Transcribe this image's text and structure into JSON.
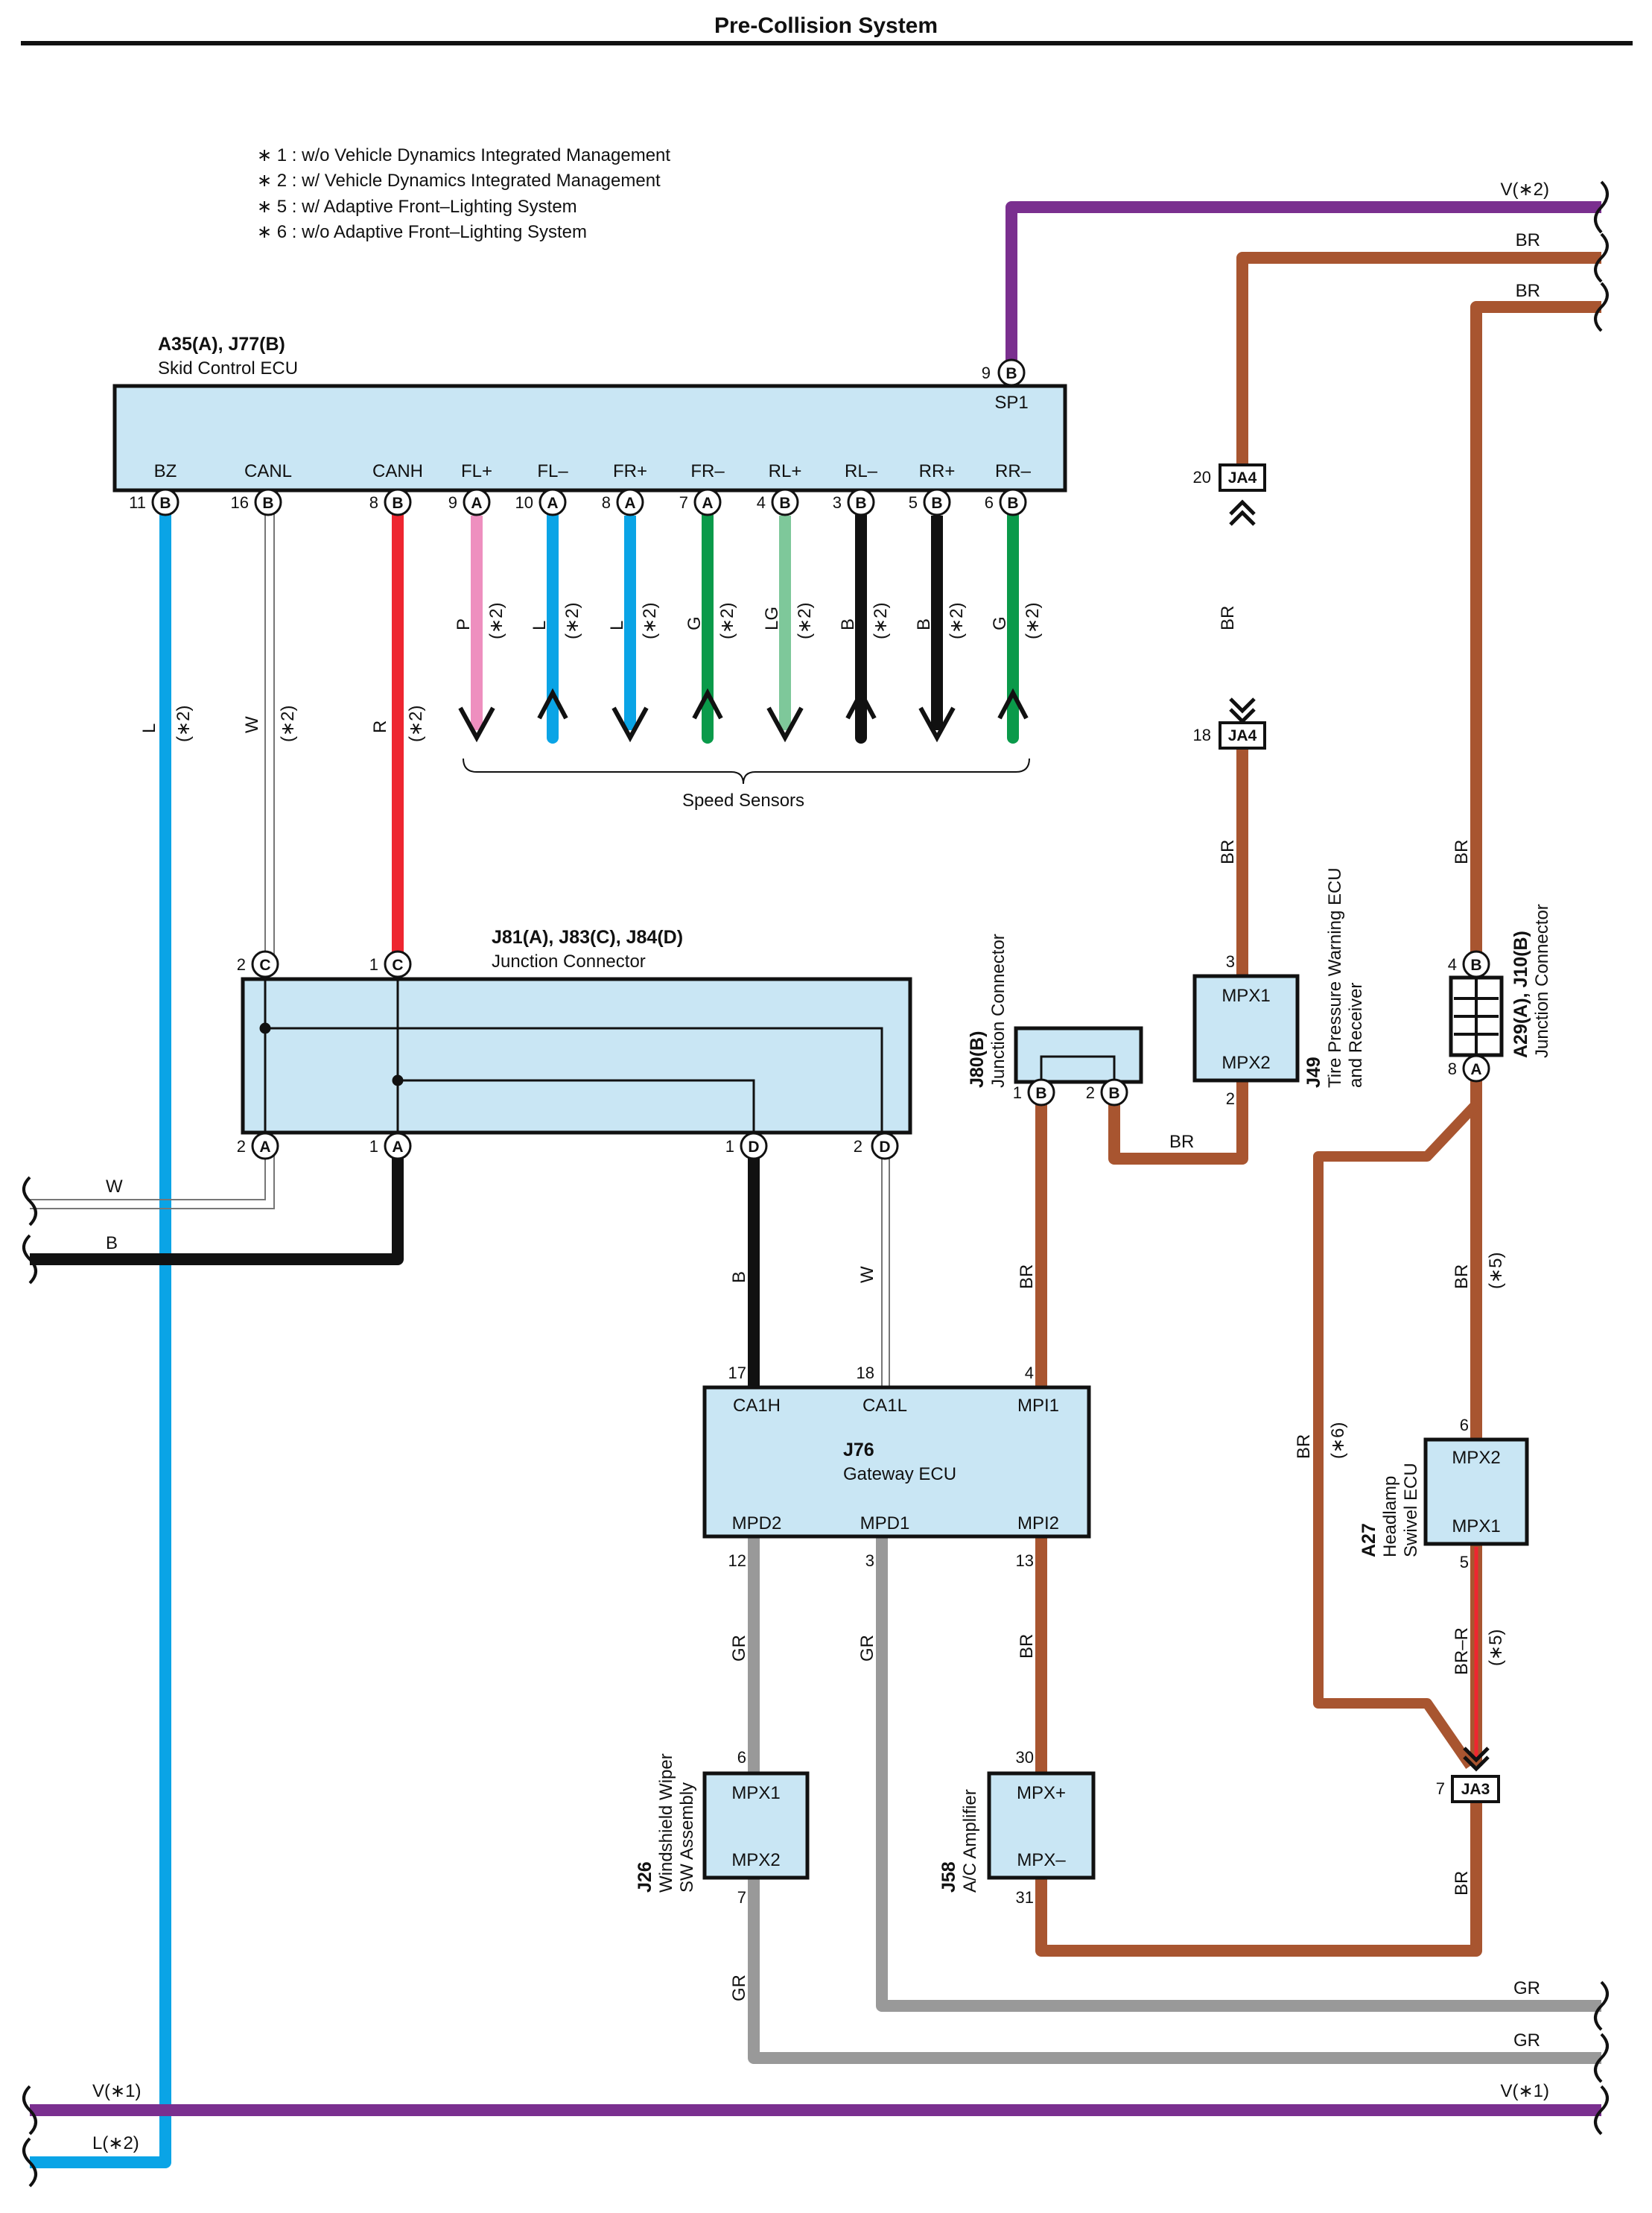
{
  "title": "Pre-Collision System",
  "notes": [
    "∗ 1 : w/o Vehicle Dynamics Integrated Management",
    "∗ 2 : w/ Vehicle Dynamics Integrated Management",
    "∗ 5 : w/ Adaptive Front–Lighting System",
    "∗ 6 : w/o Adaptive Front–Lighting System"
  ],
  "colors": {
    "V": "#7a2f8f",
    "BR": "#a85530",
    "L": "#0aa4e6",
    "R": "#ee2630",
    "P": "#ee8fbf",
    "G": "#0a9a4a",
    "LG": "#7ec89a",
    "B": "#111111",
    "W": "#ffffff",
    "GR": "#999999",
    "box": "#c9e6f4"
  },
  "skid": {
    "ids": "A35(A), J77(B)",
    "name": "Skid Control ECU",
    "sp1": "SP1",
    "sp1_pin": "9",
    "sp1_conn": "B",
    "terms": [
      {
        "label": "BZ",
        "pin": "11",
        "conn": "B",
        "wire": "L",
        "note": "(∗2)"
      },
      {
        "label": "CANL",
        "pin": "16",
        "conn": "B",
        "wire": "W",
        "note": "(∗2)"
      },
      {
        "label": "CANH",
        "pin": "8",
        "conn": "B",
        "wire": "R",
        "note": "(∗2)"
      },
      {
        "label": "FL+",
        "pin": "9",
        "conn": "A",
        "wire": "P",
        "note": "(∗2)"
      },
      {
        "label": "FL–",
        "pin": "10",
        "conn": "A",
        "wire": "L",
        "note": "(∗2)"
      },
      {
        "label": "FR+",
        "pin": "8",
        "conn": "A",
        "wire": "L",
        "note": "(∗2)"
      },
      {
        "label": "FR–",
        "pin": "7",
        "conn": "A",
        "wire": "G",
        "note": "(∗2)"
      },
      {
        "label": "RL+",
        "pin": "4",
        "conn": "B",
        "wire": "LG",
        "note": "(∗2)"
      },
      {
        "label": "RL–",
        "pin": "3",
        "conn": "B",
        "wire": "B",
        "note": "(∗2)"
      },
      {
        "label": "RR+",
        "pin": "5",
        "conn": "B",
        "wire": "B",
        "note": "(∗2)"
      },
      {
        "label": "RR–",
        "pin": "6",
        "conn": "B",
        "wire": "G",
        "note": "(∗2)"
      }
    ]
  },
  "speed_sensors": "Speed Sensors",
  "jc1": {
    "ids": "J81(A), J83(C), J84(D)",
    "name": "Junction Connector",
    "top_pins": [
      {
        "pin": "2",
        "conn": "C"
      },
      {
        "pin": "1",
        "conn": "C"
      }
    ],
    "bottom_pins": [
      {
        "pin": "2",
        "conn": "A"
      },
      {
        "pin": "1",
        "conn": "A"
      },
      {
        "pin": "1",
        "conn": "D"
      },
      {
        "pin": "2",
        "conn": "D"
      }
    ]
  },
  "left_wires": {
    "w": "W",
    "b": "B"
  },
  "gateway": {
    "id": "J76",
    "name": "Gateway ECU",
    "top": [
      {
        "label": "CA1H",
        "pin": "17"
      },
      {
        "label": "CA1L",
        "pin": "18"
      },
      {
        "label": "MPI1",
        "pin": "4"
      }
    ],
    "bottom": [
      {
        "label": "MPD2",
        "pin": "12"
      },
      {
        "label": "MPD1",
        "pin": "3"
      },
      {
        "label": "MPI2",
        "pin": "13"
      }
    ],
    "wires_above": [
      "B",
      "W",
      "BR"
    ]
  },
  "j80": {
    "id": "J80(B)",
    "name": "Junction Connector",
    "pins": [
      {
        "pin": "1",
        "conn": "B"
      },
      {
        "pin": "2",
        "conn": "B"
      }
    ]
  },
  "j49": {
    "id": "J49",
    "name1": "Tire Pressure Warning ECU",
    "name2": "and Receiver",
    "mpx1": "MPX1",
    "mpx2": "MPX2",
    "pin_top": "3",
    "pin_bot": "2"
  },
  "ja4": {
    "label": "JA4",
    "pin_top": "20",
    "pin_bot": "18"
  },
  "a29": {
    "id": "A29(A), J10(B)",
    "name": "Junction Connector",
    "pin_top": "4",
    "conn_top": "B",
    "pin_bot": "8",
    "conn_bot": "A"
  },
  "a27": {
    "id": "A27",
    "name1": "Headlamp",
    "name2": "Swivel ECU",
    "mpx2": "MPX2",
    "mpx1": "MPX1",
    "pin_top": "6",
    "pin_bot": "5"
  },
  "ja3": {
    "label": "JA3",
    "pin": "7"
  },
  "j26": {
    "id": "J26",
    "name1": "Windshield Wiper",
    "name2": "SW Assembly",
    "mpx1": "MPX1",
    "mpx2": "MPX2",
    "pin_top": "6",
    "pin_bot": "7"
  },
  "j58": {
    "id": "J58",
    "name": "A/C Amplifier",
    "mpxp": "MPX+",
    "mpxm": "MPX–",
    "pin_top": "30",
    "pin_bot": "31"
  },
  "right_labels": {
    "v2": "V(∗2)",
    "br1": "BR",
    "br2": "BR",
    "gr1": "GR",
    "gr2": "GR",
    "v1": "V(∗1)"
  },
  "bottom_labels": {
    "v1": "V(∗1)",
    "l2": "L(∗2)"
  },
  "wire_labels": {
    "br": "BR",
    "gr": "GR",
    "br_r": "BR–R",
    "w": "W",
    "b": "B",
    "n5": "(∗5)",
    "n6": "(∗6)"
  }
}
